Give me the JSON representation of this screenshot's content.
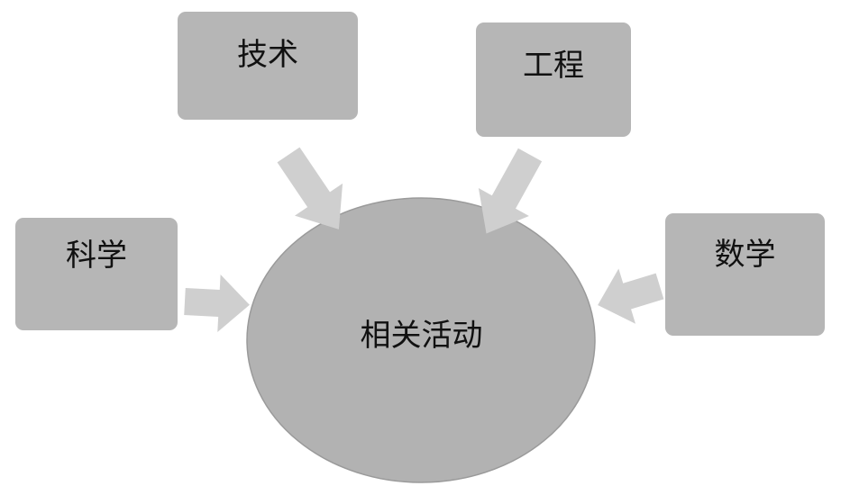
{
  "nodes": {
    "technology": "技术",
    "engineering": "工程",
    "science": "科学",
    "math": "数学",
    "center": "相关活动"
  },
  "colors": {
    "box": "#b6b6b6",
    "arrow": "#cfcfcf",
    "ellipse": "#b2b2b2"
  }
}
